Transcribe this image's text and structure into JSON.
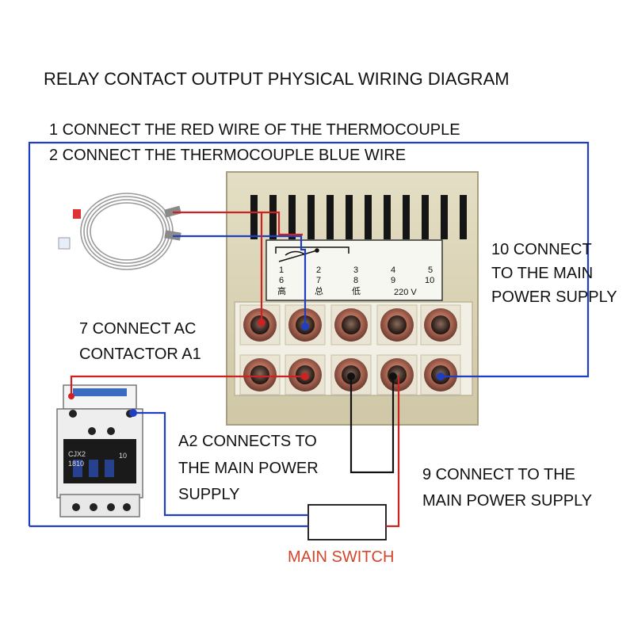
{
  "title": "RELAY CONTACT OUTPUT PHYSICAL WIRING DIAGRAM",
  "notes": {
    "step1": "1 CONNECT THE RED WIRE OF THE THERMOCOUPLE",
    "step2": "2 CONNECT THE THERMOCOUPLE BLUE WIRE",
    "step10_line1": "10 CONNECT",
    "step10_line2": "TO THE MAIN",
    "step10_line3": "POWER SUPPLY",
    "step7_line1": "7 CONNECT AC",
    "step7_line2": "CONTACTOR A1",
    "a2_line1": "A2 CONNECTS TO",
    "a2_line2": "THE MAIN POWER",
    "a2_line3": "SUPPLY",
    "step9_line1": "9 CONNECT TO THE",
    "step9_line2": "MAIN POWER SUPPLY"
  },
  "main_switch_label": "MAIN SWITCH",
  "controller": {
    "terminal_numbers_top": [
      "1",
      "2",
      "3",
      "4",
      "5"
    ],
    "terminal_numbers_bottom": [
      "6",
      "7",
      "8",
      "9",
      "10"
    ],
    "chinese_labels": [
      "高",
      "总",
      "低"
    ],
    "voltage": "220 V"
  },
  "contactor": {
    "model": "CJX2",
    "rating": "1810",
    "slot_number": "10"
  },
  "colors": {
    "wire_blue": "#1f3fbf",
    "wire_red": "#cc2222",
    "wire_black": "#111111",
    "label_red": "#d4452a",
    "housing": "#ddd6b8"
  }
}
